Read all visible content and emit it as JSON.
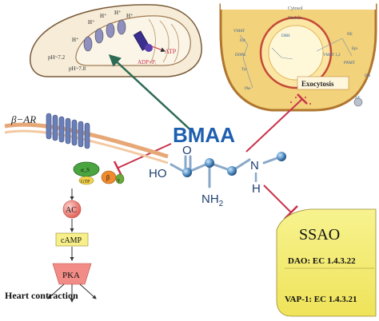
{
  "center": {
    "title": "BMAA",
    "ho_label": "HO",
    "o_label": "O",
    "n_label": "N",
    "h_label": "H",
    "nh2_label": "NH",
    "nh2_sub": "2"
  },
  "mitochondria": {
    "ph_outer": "pH~7.2",
    "ph_inner": "pH~7.8",
    "proton_labels": [
      "H⁺",
      "H⁺",
      "H⁺",
      "H⁺",
      "H⁺"
    ],
    "atp_label": "ATP",
    "adp_label": "ADP+Pᵢ"
  },
  "synapse": {
    "cytosol_label": "Cytosol",
    "vesicle_label": "Vesicle",
    "exocytosis_label": "Exocytosis",
    "small_labels": [
      "VMAT",
      "DA",
      "DOPA",
      "Tyr",
      "Phe",
      "NE",
      "Epi",
      "PNMT",
      "DBH",
      "VMAT 1,2",
      "DA",
      "NE"
    ]
  },
  "receptor_pathway": {
    "receptor_label": "β−AR",
    "g_alpha_label": "α_S",
    "gtp_label": "GTP",
    "g_beta_label": "β",
    "g_gamma_label": "γ",
    "ac_label": "AC",
    "camp_label": "cAMP",
    "pka_label": "PKA",
    "outcome_label": "Heart contraction"
  },
  "ssao": {
    "title": "SSAO",
    "dao_label": "DAO: EC 1.4.3.22",
    "vap_label": "VAP-1: EC 1.4.3.21"
  },
  "colors": {
    "bmaa_blue": "#1f5fb0",
    "inhibit_red": "#c8324a",
    "arrow_green": "#2e6b54",
    "ssao_yellow": "#f4ef7a",
    "pathway_pink": "#f28c86",
    "synapse_fill": "#f2d27a",
    "mito_fill": "#f6ecd8"
  }
}
